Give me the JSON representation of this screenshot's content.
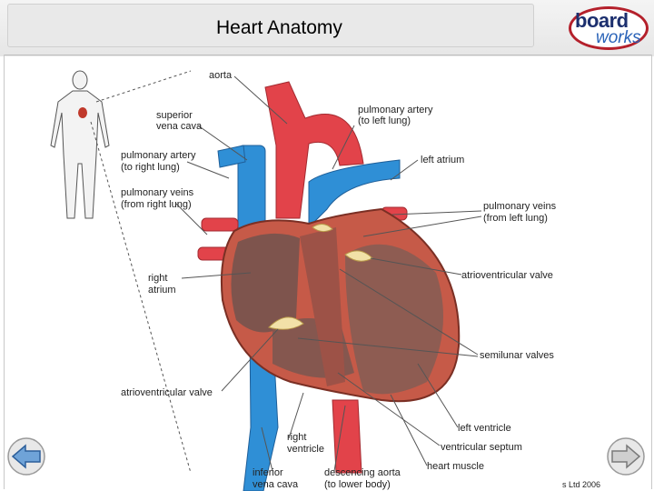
{
  "title": "Heart Anatomy",
  "logo": {
    "line1": "board",
    "line2": "works"
  },
  "labels": {
    "aorta": "aorta",
    "svc_1": "superior",
    "svc_2": "vena cava",
    "pa_right_1": "pulmonary artery",
    "pa_right_2": "(to right lung)",
    "pv_right_1": "pulmonary veins",
    "pv_right_2": "(from right lung)",
    "right_atrium_1": "right",
    "right_atrium_2": "atrium",
    "av_valve_left": "atrioventricular valve",
    "pa_left_1": "pulmonary artery",
    "pa_left_2": "(to left lung)",
    "left_atrium": "left atrium",
    "pv_left_1": "pulmonary veins",
    "pv_left_2": "(from left lung)",
    "av_valve_right": "atrioventricular valve",
    "semilunar": "semilunar valves",
    "left_ventricle": "left ventricle",
    "septum": "ventricular septum",
    "heart_muscle": "heart muscle",
    "right_ventricle_1": "right",
    "right_ventricle_2": "ventricle",
    "ivc_1": "inferior",
    "ivc_2": "vena cava",
    "desc_aorta_1": "descencing aorta",
    "desc_aorta_2": "(to lower body)"
  },
  "copyright": "s Ltd 2006",
  "colors": {
    "artery": "#e2434a",
    "vein": "#2f8fd6",
    "muscle": "#b85a4a",
    "chamber": "#8a5a52"
  },
  "icons": {
    "back": "back-arrow-icon",
    "forward": "forward-arrow-icon"
  }
}
